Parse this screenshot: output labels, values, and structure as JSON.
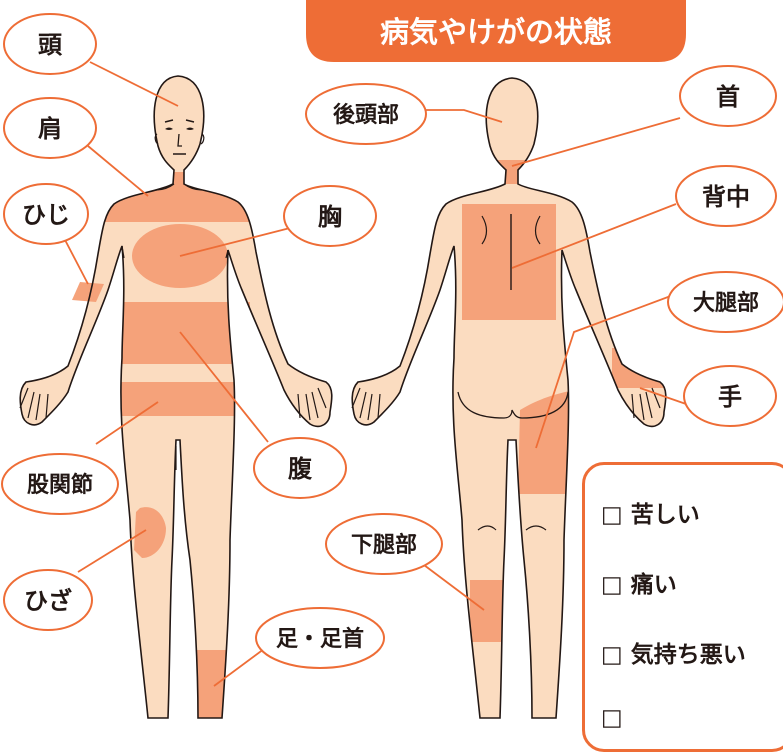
{
  "title": "病気やけがの状態",
  "labels": {
    "head": "頭",
    "shoulder": "肩",
    "elbow": "ひじ",
    "chest": "胸",
    "abdomen": "腹",
    "hip_joint": "股関節",
    "knee": "ひざ",
    "foot_ankle": "足・足首",
    "back_of_head": "後頭部",
    "neck": "首",
    "back": "背中",
    "thigh": "大腿部",
    "hand": "手",
    "lower_leg": "下腿部"
  },
  "checklist": [
    "□ 苦しい",
    "□ 痛い",
    "□ 気持ち悪い",
    "□"
  ],
  "colors": {
    "accent": "#ee6d36",
    "skin": "#fbdcc0",
    "highlight": "#f5a27a",
    "outline": "#231815"
  }
}
